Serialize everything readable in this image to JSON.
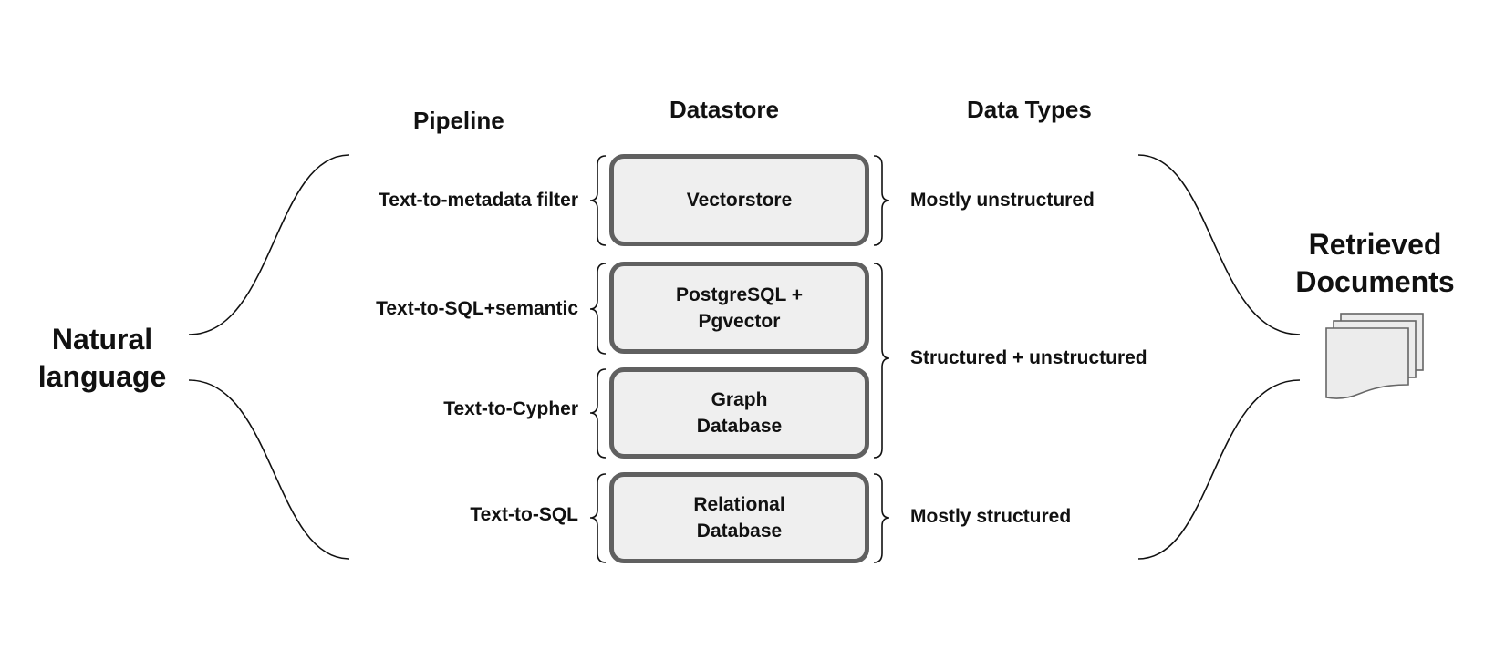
{
  "headers": {
    "pipeline": "Pipeline",
    "datastore": "Datastore",
    "data_types": "Data Types"
  },
  "input_label": "Natural\nlanguage",
  "output_label": "Retrieved\nDocuments",
  "rows": [
    {
      "pipeline": "Text-to-metadata filter",
      "datastore": "Vectorstore"
    },
    {
      "pipeline": "Text-to-SQL+semantic",
      "datastore": "PostgreSQL +\nPgvector"
    },
    {
      "pipeline": "Text-to-Cypher",
      "datastore": "Graph\nDatabase"
    },
    {
      "pipeline": "Text-to-SQL",
      "datastore": "Relational\nDatabase"
    }
  ],
  "data_types": [
    "Mostly unstructured",
    "Structured + unstructured",
    "Mostly structured"
  ],
  "icons": {
    "output": "documents-stack-icon"
  },
  "colors": {
    "box_border": "#606060",
    "box_fill": "#efefef",
    "text": "#111111"
  }
}
